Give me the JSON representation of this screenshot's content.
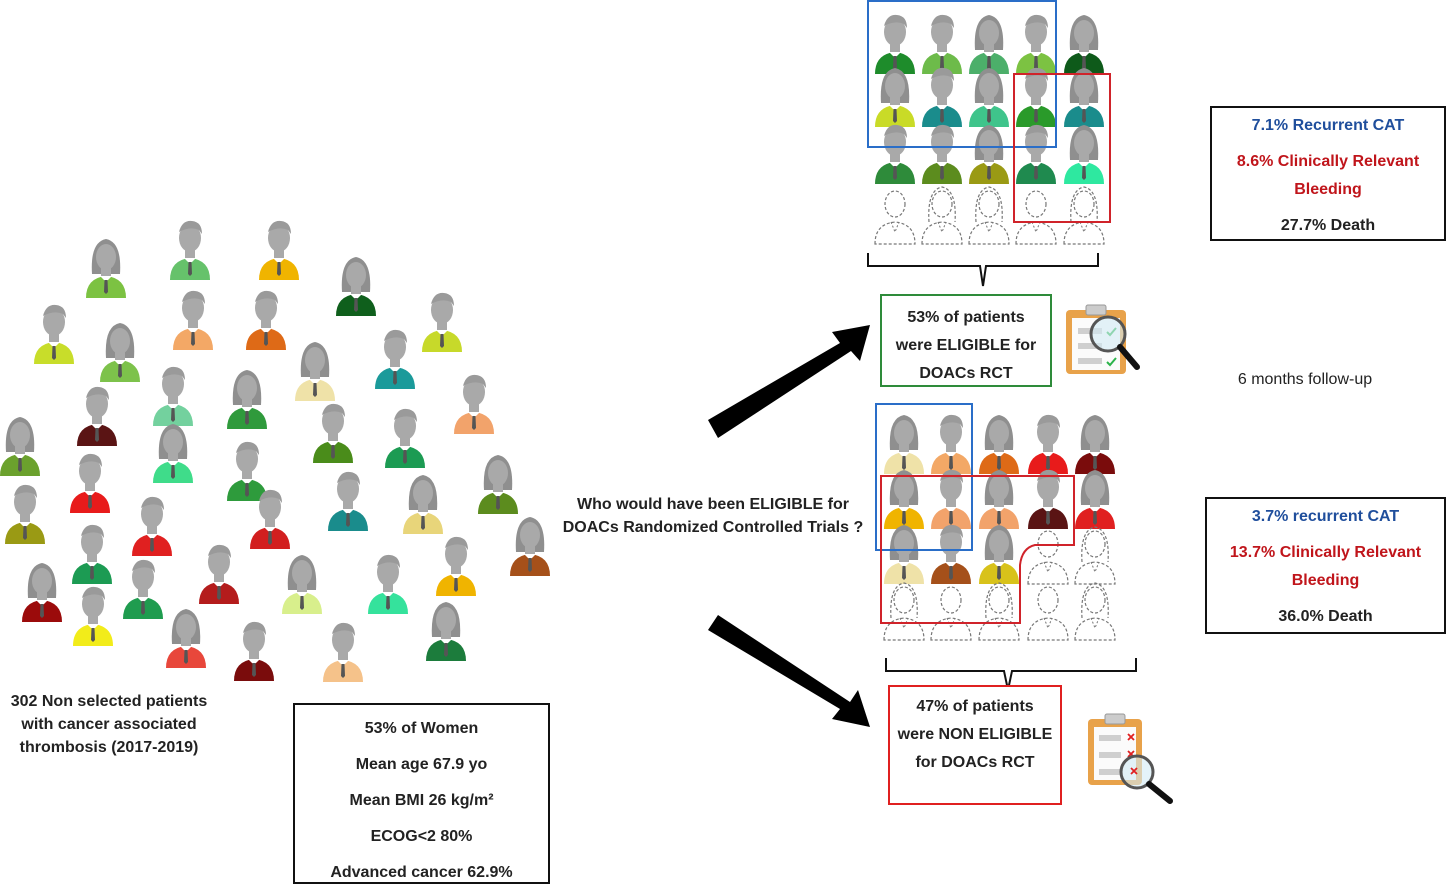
{
  "colors": {
    "eligible_border": "#2e8b3a",
    "non_eligible_border": "#e02020",
    "selection_blue": "#2a6ec8",
    "selection_red": "#d0232a",
    "recurrent_blue": "#1f4e9c",
    "bleeding_red": "#c0151b",
    "person_head": "#a9a9a9",
    "arrow": "#000000"
  },
  "population": {
    "caption": [
      "302  Non selected patients",
      "with cancer associated",
      "thrombosis (2017-2019)"
    ],
    "shirt_colors": [
      "#7cc242",
      "#66c26b",
      "#f0b400",
      "#0f5f1c",
      "#c8dd2a",
      "#f3a866",
      "#7dc24b",
      "#de6a17",
      "#c7d92a",
      "#efe2a8",
      "#1b9a9a",
      "#73d19e",
      "#2f9a3c",
      "#f2a36b",
      "#5a1414",
      "#6ba12d",
      "#4a8c1a",
      "#1c9b53",
      "#3fdc8a",
      "#e81b1b",
      "#2e9b3c",
      "#5c8c1e",
      "#9a9a14",
      "#1a8c8c",
      "#e8d57a",
      "#e02020",
      "#d21f1f",
      "#a5501a",
      "#1c9b53",
      "#b41c1c",
      "#d8ef8c",
      "#35e29c",
      "#f0b400",
      "#9b0b0b",
      "#1f9c4f",
      "#f2ec1a",
      "#e8473b",
      "#7a0c0c",
      "#f5c28a",
      "#1c7c3c",
      "#d8b21a",
      "#f29b66",
      "#f08080"
    ]
  },
  "question": [
    "Who would have been ELIGIBLE for",
    "DOACs Randomized Controlled Trials ?"
  ],
  "stats_box": {
    "lines": [
      "53% of Women",
      "Mean age 67.9 yo",
      "Mean BMI  26 kg/m²",
      "ECOG<2 80%",
      "Advanced cancer 62.9%"
    ]
  },
  "eligible": {
    "lines": [
      "53% of patients",
      "were ELIGIBLE for",
      "DOACs RCT"
    ],
    "grid_colors": [
      "#1e8c2b",
      "#6dbb4a",
      "#4caf6a",
      "#7cc242",
      "#0e5a1a",
      "#c9db27",
      "#1a8c8c",
      "#3fc48b",
      "#2a9a2a",
      "#1a8c8c",
      "#2e8b3a",
      "#5c8c1e",
      "#9a9a14",
      "#1f8a4f",
      "#2ee8a0"
    ]
  },
  "non_eligible": {
    "lines": [
      "47% of patients",
      "were NON ELIGIBLE",
      "for DOACs RCT"
    ],
    "grid_colors": [
      "#efe2a8",
      "#f3a866",
      "#de6a17",
      "#e81b1b",
      "#7a0c0c",
      "#f0b400",
      "#f2a36b",
      "#f2a36b",
      "#5a1414",
      "#e02020",
      "#efe2a8",
      "#a5501a",
      "#d8c21a"
    ]
  },
  "outcome_eligible": {
    "recurrent": "7.1% Recurrent CAT",
    "bleeding": [
      "8.6%  Clinically Relevant",
      "Bleeding"
    ],
    "death": "27.7% Death"
  },
  "outcome_non_eligible": {
    "recurrent": "3.7% recurrent CAT",
    "bleeding": [
      "13.7% Clinically Relevant",
      "Bleeding"
    ],
    "death": "36.0% Death"
  },
  "followup": "6 months follow-up"
}
